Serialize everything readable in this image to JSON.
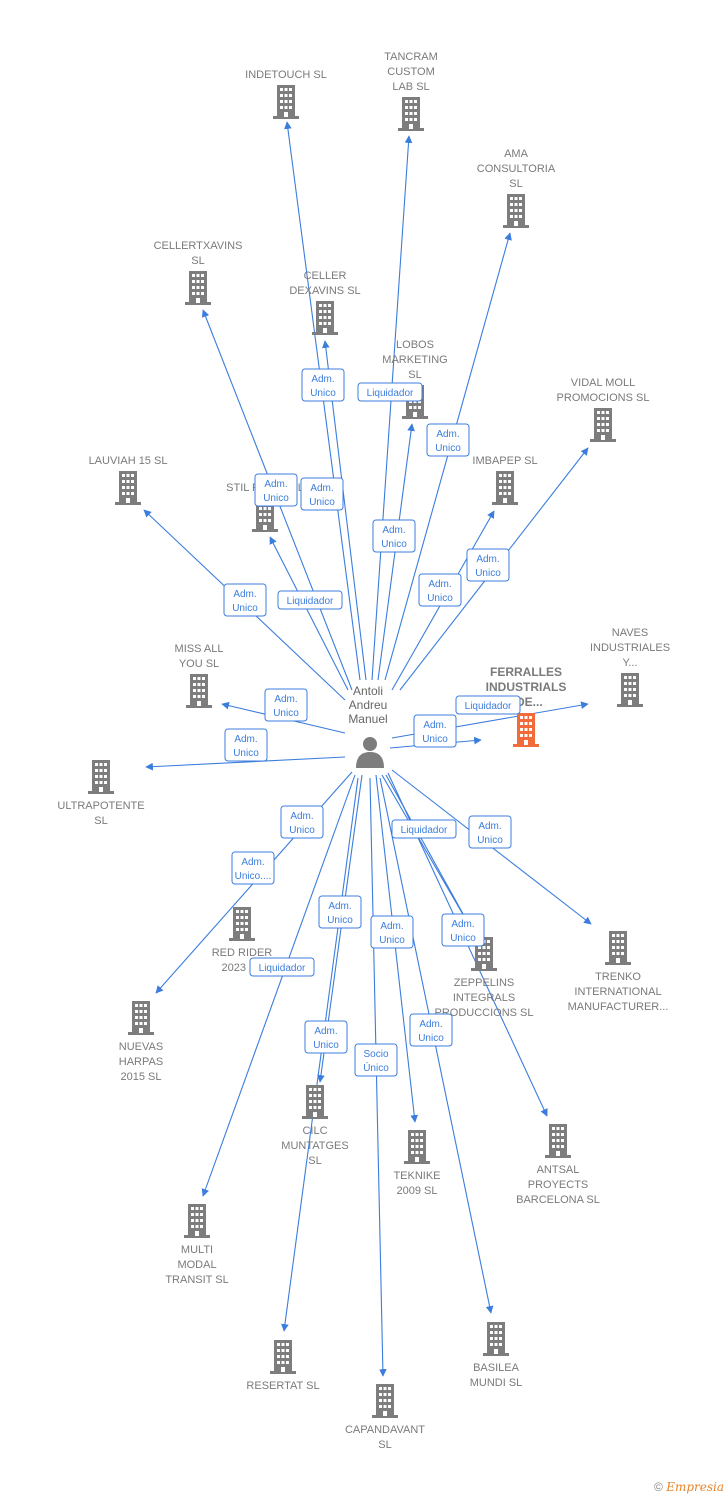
{
  "person": {
    "lines": [
      "Antoli",
      "Andreu",
      "Manuel"
    ],
    "icon": "person-icon"
  },
  "companies": [
    {
      "id": "indetouch",
      "lines": [
        "INDETOUCH SL"
      ]
    },
    {
      "id": "tancram",
      "lines": [
        "TANCRAM",
        "CUSTOM",
        "LAB  SL"
      ]
    },
    {
      "id": "ama",
      "lines": [
        "AMA",
        "CONSULTORIA",
        "SL"
      ]
    },
    {
      "id": "cellertxavins",
      "lines": [
        "CELLERTXAVINS",
        "SL"
      ]
    },
    {
      "id": "celler-dexavins",
      "lines": [
        "CELLER",
        "DEXAVINS SL"
      ]
    },
    {
      "id": "lobos",
      "lines": [
        "LOBOS",
        "MARKETING",
        "SL"
      ]
    },
    {
      "id": "vidal-moll",
      "lines": [
        "VIDAL MOLL",
        "PROMOCIONS SL"
      ]
    },
    {
      "id": "lauviah",
      "lines": [
        "LAUVIAH 15 SL"
      ]
    },
    {
      "id": "stil-plant",
      "lines": [
        "STIL PLANT SL"
      ]
    },
    {
      "id": "imbapep",
      "lines": [
        "IMBAPEP  SL"
      ]
    },
    {
      "id": "miss-all-you",
      "lines": [
        "MISS ALL",
        "YOU  SL"
      ]
    },
    {
      "id": "ferralles",
      "lines": [
        "FERRALLES",
        "INDUSTRIALS",
        "I DE..."
      ],
      "highlight": true
    },
    {
      "id": "naves",
      "lines": [
        "NAVES",
        "INDUSTRIALES",
        "Y..."
      ]
    },
    {
      "id": "ultrapotente",
      "lines": [
        "ULTRAPOTENTE",
        "SL"
      ]
    },
    {
      "id": "red-rider",
      "lines": [
        "RED RIDER",
        "2023  SL"
      ]
    },
    {
      "id": "nuevas-harpas",
      "lines": [
        "NUEVAS",
        "HARPAS",
        "2015  SL"
      ]
    },
    {
      "id": "zeppelins",
      "lines": [
        "ZEPPELINS",
        "INTEGRALS",
        "PRODUCCIONS SL"
      ]
    },
    {
      "id": "trenko",
      "lines": [
        "TRENKO",
        "INTERNATIONAL",
        "MANUFACTURER..."
      ]
    },
    {
      "id": "cilc",
      "lines": [
        "CILC",
        "MUNTATGES",
        "SL"
      ]
    },
    {
      "id": "teknike",
      "lines": [
        "TEKNIKE",
        "2009 SL"
      ]
    },
    {
      "id": "antsal",
      "lines": [
        "ANTSAL",
        "PROYECTS",
        "BARCELONA SL"
      ]
    },
    {
      "id": "multi-modal",
      "lines": [
        "MULTI",
        "MODAL",
        "TRANSIT SL"
      ]
    },
    {
      "id": "resertat",
      "lines": [
        "RESERTAT  SL"
      ]
    },
    {
      "id": "basilea",
      "lines": [
        "BASILEA",
        "MUNDI  SL"
      ]
    },
    {
      "id": "capandavant",
      "lines": [
        "CAPANDAVANT",
        "SL"
      ]
    }
  ],
  "relations": [
    {
      "lines": [
        "Adm.",
        "Unico"
      ]
    },
    {
      "lines": [
        "Liquidador"
      ]
    },
    {
      "lines": [
        "Adm.",
        "Unico"
      ]
    },
    {
      "lines": [
        "Adm.",
        "Unico"
      ]
    },
    {
      "lines": [
        "Adm.",
        "Unico"
      ]
    },
    {
      "lines": [
        "Adm.",
        "Unico"
      ]
    },
    {
      "lines": [
        "Adm.",
        "Unico"
      ]
    },
    {
      "lines": [
        "Liquidador"
      ]
    },
    {
      "lines": [
        "Adm.",
        "Unico"
      ]
    },
    {
      "lines": [
        "Adm.",
        "Unico"
      ]
    },
    {
      "lines": [
        "Adm.",
        "Unico"
      ]
    },
    {
      "lines": [
        "Liquidador"
      ]
    },
    {
      "lines": [
        "Adm.",
        "Unico"
      ]
    },
    {
      "lines": [
        "Adm.",
        "Unico"
      ]
    },
    {
      "lines": [
        "Adm.",
        "Unico"
      ]
    },
    {
      "lines": [
        "Adm.",
        "Unico...."
      ]
    },
    {
      "lines": [
        "Liquidador"
      ]
    },
    {
      "lines": [
        "Adm.",
        "Unico"
      ]
    },
    {
      "lines": [
        "Adm.",
        "Unico"
      ]
    },
    {
      "lines": [
        "Liquidador"
      ]
    },
    {
      "lines": [
        "Adm.",
        "Unico"
      ]
    },
    {
      "lines": [
        "Adm.",
        "Unico"
      ]
    },
    {
      "lines": [
        "Adm.",
        "Unico"
      ]
    },
    {
      "lines": [
        "Socio",
        "Único"
      ]
    },
    {
      "lines": [
        "Adm.",
        "Unico"
      ]
    }
  ],
  "colors": {
    "edge": "#3b7ddd",
    "building": "#7d7d7d",
    "highlight": "#f26b3a"
  },
  "footer": {
    "copyright": "©",
    "brand": "Empresia"
  }
}
